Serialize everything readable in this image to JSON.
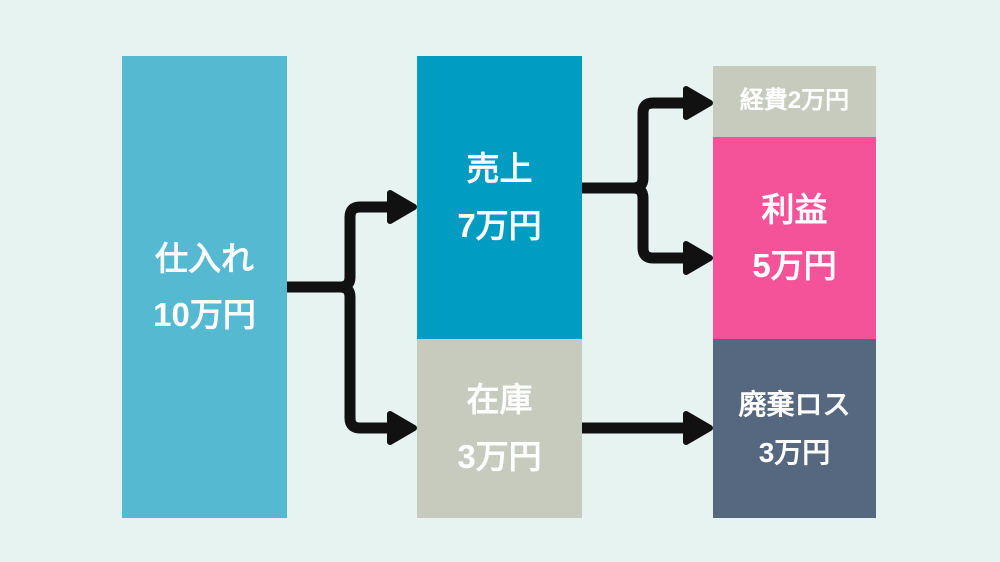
{
  "colors": {
    "background": "#E6F3F1",
    "arrow": "#111111",
    "text": "#FFFFFF"
  },
  "nodes": {
    "shiire": {
      "line1": "仕入れ",
      "line2": "10万円",
      "color": "#55BAD1"
    },
    "uriage": {
      "line1": "売上",
      "line2": "7万円",
      "color": "#009CC1"
    },
    "zaiko": {
      "line1": "在庫",
      "line2": "3万円",
      "color": "#C6CBBE"
    },
    "keihi": {
      "line1": "経費2万円",
      "color": "#C6CBBE"
    },
    "rieki": {
      "line1": "利益",
      "line2": "5万円",
      "color": "#F4539A"
    },
    "haiki": {
      "line1": "廃棄ロス",
      "line2": "3万円",
      "color": "#566780"
    }
  }
}
